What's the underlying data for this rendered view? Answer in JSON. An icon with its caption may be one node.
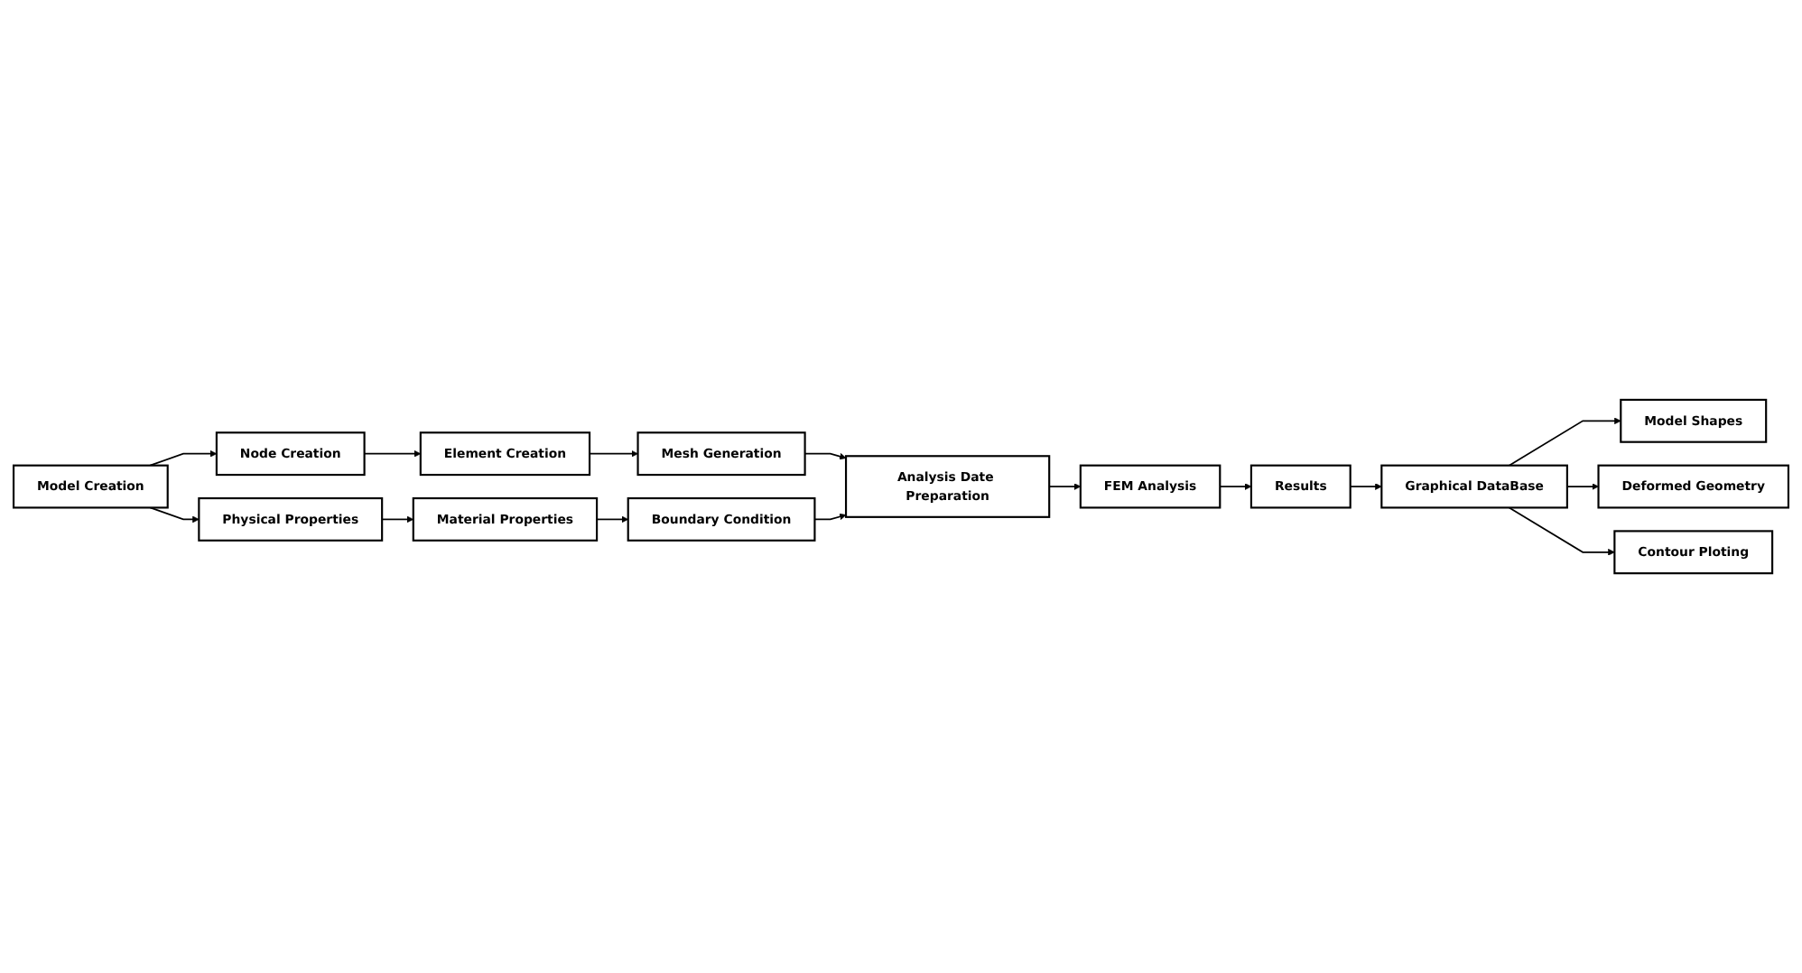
{
  "diagram": {
    "nodes": [
      {
        "text": [
          "Model Creation"
        ]
      },
      {
        "text": [
          "Node Creation"
        ]
      },
      {
        "text": [
          "Element Creation"
        ]
      },
      {
        "text": [
          "Mesh Generation"
        ]
      },
      {
        "text": [
          "Physical Properties"
        ]
      },
      {
        "text": [
          "Material Properties"
        ]
      },
      {
        "text": [
          "Boundary Condition"
        ]
      },
      {
        "text": [
          "Analysis Date Preparation"
        ]
      },
      {
        "text": [
          "FEM Analysis"
        ]
      },
      {
        "text": [
          "Results"
        ]
      },
      {
        "text": [
          "Graphical DataBase"
        ]
      },
      {
        "text": [
          "Model Shapes"
        ]
      },
      {
        "text": [
          "Deformed Geometry"
        ]
      },
      {
        "text": [
          "Contour Ploting"
        ]
      }
    ],
    "edges": [
      {
        "from": 0,
        "to": 1,
        "arrow": "to"
      },
      {
        "from": 0,
        "to": 4,
        "arrow": "to"
      },
      {
        "from": 1,
        "to": 2,
        "arrow": "to"
      },
      {
        "from": 2,
        "to": 3,
        "arrow": "to"
      },
      {
        "from": 3,
        "to": 7,
        "arrow": "to"
      },
      {
        "from": 4,
        "to": 5,
        "arrow": "to"
      },
      {
        "from": 5,
        "to": 6,
        "arrow": "to"
      },
      {
        "from": 6,
        "to": 7,
        "arrow": "to"
      },
      {
        "from": 7,
        "to": 8,
        "arrow": "to"
      },
      {
        "from": 8,
        "to": 9,
        "arrow": "to"
      },
      {
        "from": 9,
        "to": 10,
        "arrow": "to"
      },
      {
        "from": 10,
        "to": 11,
        "arrow": "to"
      },
      {
        "from": 10,
        "to": 12,
        "arrow": "to"
      },
      {
        "from": 10,
        "to": 13,
        "arrow": "to"
      }
    ]
  }
}
